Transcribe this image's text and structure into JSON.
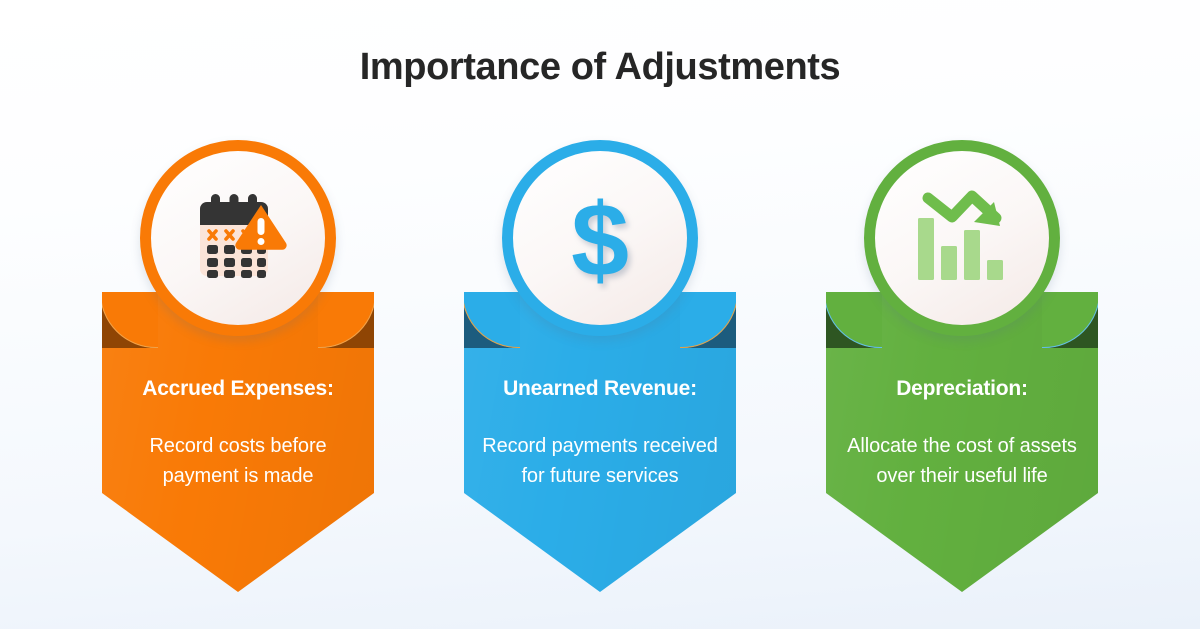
{
  "header": {
    "title": "Importance of Adjustments"
  },
  "theme": {
    "background_top": "#ffffff",
    "background_bottom": "#eaf1fa",
    "title_color": "#262626",
    "text_color": "#ffffff"
  },
  "cards": [
    {
      "id": "accrued-expenses",
      "heading": "Accrued Expenses:",
      "body": "Record costs before payment is made",
      "accent": "#F97A06",
      "fold": "#8F4504",
      "edge": "#F0A24A",
      "icon": "calendar-warning-icon"
    },
    {
      "id": "unearned-revenue",
      "heading": "Unearned Revenue:",
      "body": "Record payments received for future services",
      "accent": "#2BADE8",
      "fold": "#1C5C7E",
      "edge": "#E8A245",
      "icon": "dollar-sign-icon"
    },
    {
      "id": "depreciation",
      "heading": "Depreciation:",
      "body": "Allocate the cost of assets over their useful life",
      "accent": "#62B03F",
      "fold": "#2E5622",
      "edge": "#63BEE8",
      "icon": "declining-bar-chart-icon"
    }
  ]
}
